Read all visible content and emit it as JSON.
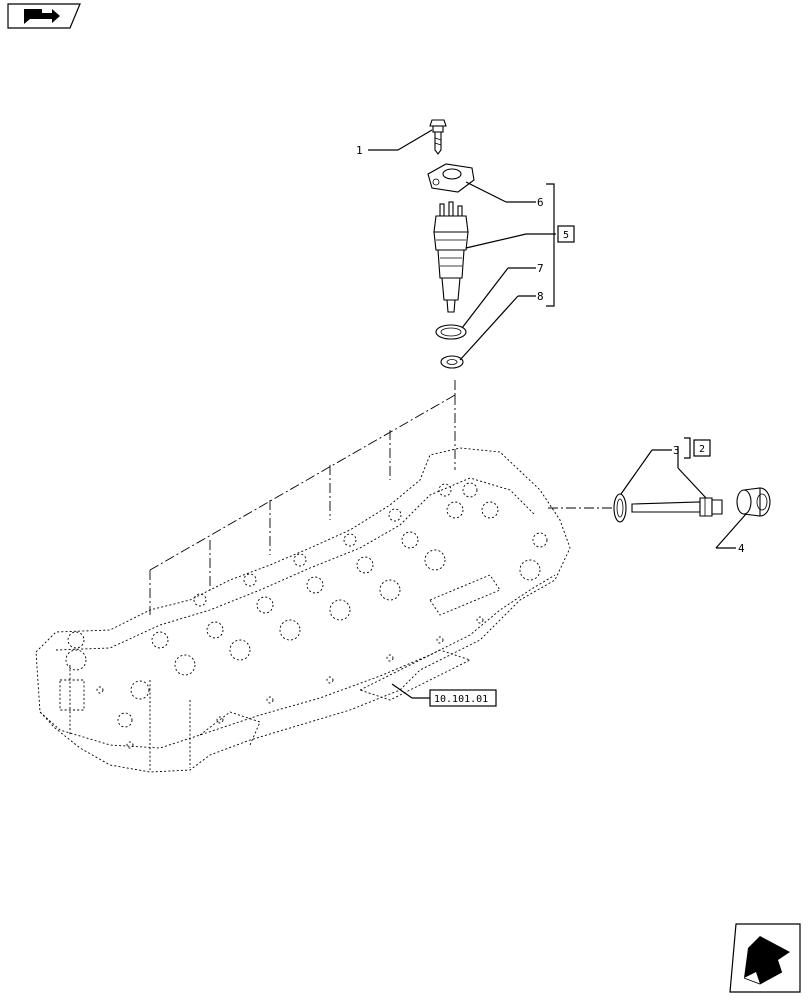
{
  "callouts": {
    "c1": "1",
    "c2": "2",
    "c3": "3",
    "c4": "4",
    "c5": "5",
    "c6": "6",
    "c7": "7",
    "c8": "8"
  },
  "reference_label": "10.101.01",
  "icons": {
    "top_left": "book-arrow-icon",
    "bottom_right": "next-page-arrow-icon"
  }
}
